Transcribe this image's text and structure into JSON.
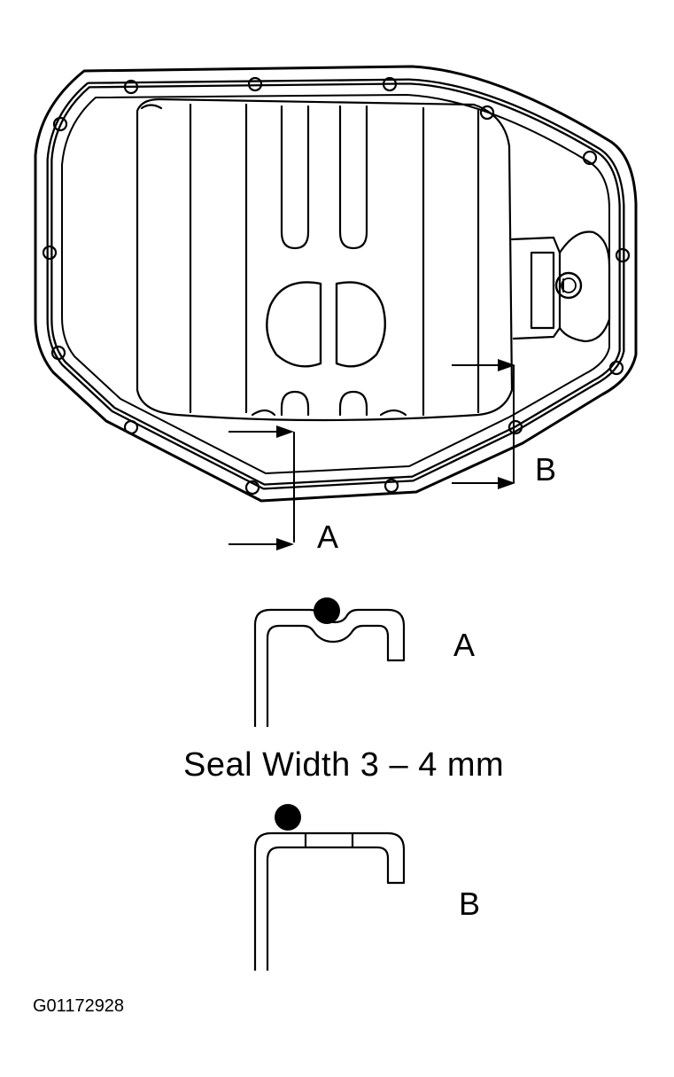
{
  "diagram": {
    "callouts": {
      "a": "A",
      "b": "B"
    },
    "details": [
      {
        "label": "A"
      },
      {
        "label": "B"
      }
    ],
    "seal_width_text": "Seal Width 3 – 4 mm",
    "figure_code": "G01172928"
  },
  "colors": {
    "ink": "#000000",
    "paper": "#ffffff"
  }
}
